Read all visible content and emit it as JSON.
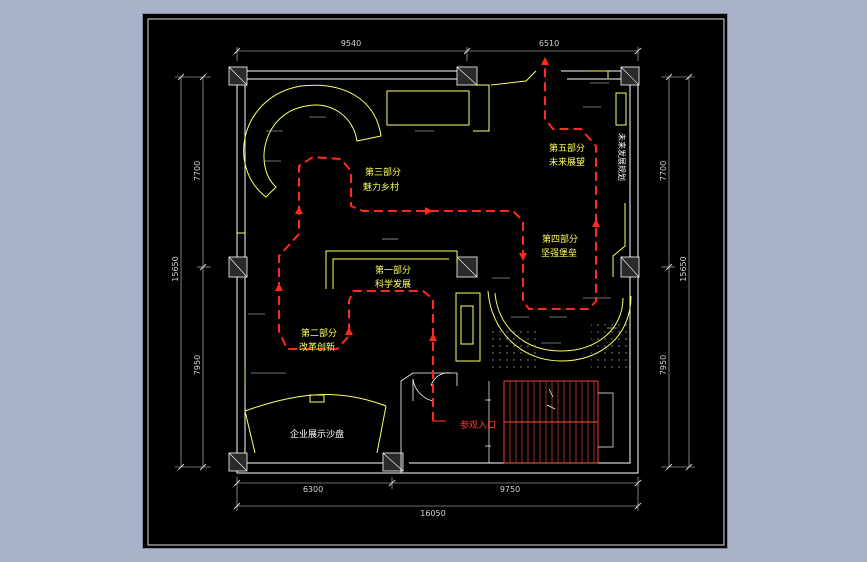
{
  "dimensions": {
    "top_left": "9540",
    "top_right": "6510",
    "bottom_left": "6300",
    "bottom_right": "9750",
    "bottom_total": "16050",
    "left_upper": "7700",
    "left_total": "15650",
    "left_lower": "7950",
    "right_upper": "7700",
    "right_total": "15650",
    "right_lower": "7950"
  },
  "zones": {
    "part1_title": "第一部分",
    "part1_name": "科学发展",
    "part2_title": "第二部分",
    "part2_name": "改革创新",
    "part3_title": "第三部分",
    "part3_name": "魅力乡村",
    "part4_title": "第四部分",
    "part4_name": "坚强堡垒",
    "part5_title": "第五部分",
    "part5_name": "未来展望",
    "future_plan": "未来发展规划",
    "sand_table": "企业展示沙盘",
    "entrance": "参观入口"
  },
  "colors": {
    "wall": "#ffff66",
    "route": "#ff2a1a",
    "dimension": "#cfd3db",
    "background": "#000000"
  }
}
